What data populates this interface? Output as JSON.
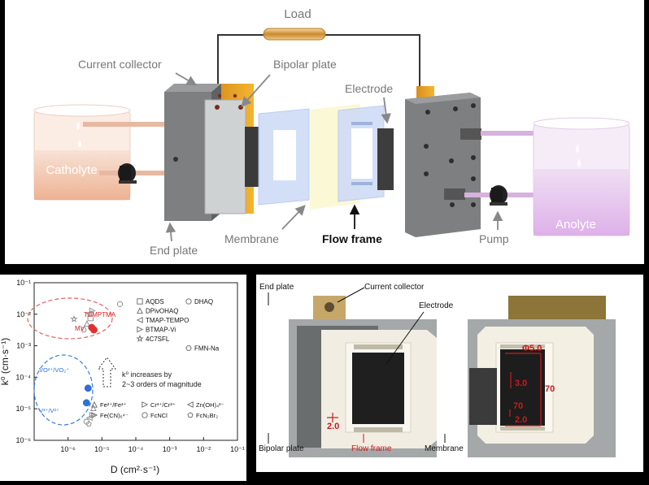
{
  "schematic": {
    "labels": {
      "load": "Load",
      "current_collector": "Current collector",
      "bipolar_plate": "Bipolar plate",
      "electrode": "Electrode",
      "catholyte": "Catholyte",
      "anolyte": "Anolyte",
      "end_plate": "End plate",
      "membrane": "Membrane",
      "flow_frame": "Flow frame",
      "pump": "Pump"
    }
  },
  "chart_data": {
    "type": "scatter",
    "xlabel": "D (cm²·s⁻¹)",
    "ylabel": "k⁰ (cm·s⁻¹)",
    "xscale": "log",
    "yscale": "log",
    "xlim": [
      1e-07,
      0.1
    ],
    "ylim": [
      1e-06,
      0.1
    ],
    "x_ticks": [
      "10⁻⁶",
      "10⁻⁵",
      "10⁻⁴",
      "10⁻³",
      "10⁻²",
      "10⁻¹"
    ],
    "y_ticks": [
      "10⁻⁶",
      "10⁻⁵",
      "10⁻⁴",
      "10⁻³",
      "10⁻²",
      "10⁻¹"
    ],
    "legend_top": [
      {
        "name": "AQDS",
        "marker": "square"
      },
      {
        "name": "DHAQ",
        "marker": "circle"
      },
      {
        "name": "DPivOHAQ",
        "marker": "triangle-up"
      },
      {
        "name": "TMAP-TEMPO",
        "marker": "triangle-left"
      },
      {
        "name": "BTMAP-Vi",
        "marker": "triangle-right"
      },
      {
        "name": "4C7SFL",
        "marker": "star"
      },
      {
        "name": "FMN-Na",
        "marker": "hexagon"
      }
    ],
    "legend_bottom": [
      {
        "name": "Fe²⁺/Fe³⁺",
        "marker": "triangle-up"
      },
      {
        "name": "Cr³⁺/Cr²⁺",
        "marker": "triangle-right"
      },
      {
        "name": "Zn(OH)₄²⁻",
        "marker": "triangle-left"
      },
      {
        "name": "Fe(CN)₆⁴⁻",
        "marker": "triangle-right"
      },
      {
        "name": "FcNCl",
        "marker": "circle"
      },
      {
        "name": "FcN₂Br₂",
        "marker": "pentagon"
      }
    ],
    "annotations": {
      "temptma": "TEMPTMA",
      "mv": "MV",
      "vo": "VO²⁺/VO₂⁺",
      "v": "V³⁺/V²⁺",
      "trend_line1": "k⁰ increases by",
      "trend_line2": "2~3 orders of magnitude"
    },
    "series": [
      {
        "marker": "circle",
        "color": "#888888",
        "points": [
          [
            3.4e-05,
            0.021
          ]
        ]
      },
      {
        "marker": "star",
        "color": "#888888",
        "points": [
          [
            1.5e-06,
            0.007
          ]
        ]
      },
      {
        "marker": "triangle-up",
        "color": "#888888",
        "points": [
          [
            3.6e-06,
            0.005
          ]
        ]
      },
      {
        "marker": "triangle-left",
        "color": "#888888",
        "points": [
          [
            4.2e-06,
            0.0105
          ]
        ]
      },
      {
        "marker": "triangle-right",
        "color": "#888888",
        "points": [
          [
            5.2e-06,
            0.013
          ]
        ]
      },
      {
        "marker": "square",
        "color": "#888888",
        "points": [
          [
            4.6e-06,
            0.0075
          ]
        ]
      },
      {
        "marker": "hexagon",
        "color": "#888888",
        "points": [
          [
            2.9e-06,
            0.0032
          ]
        ]
      },
      {
        "marker": "sphere",
        "color": "#e03030",
        "points": [
          [
            5e-06,
            0.0038
          ],
          [
            5.8e-06,
            0.0032
          ]
        ]
      },
      {
        "marker": "sphere",
        "color": "#2f6fd6",
        "points": [
          [
            3.9e-06,
            4.5e-05
          ],
          [
            3.5e-06,
            1.55e-05
          ]
        ]
      },
      {
        "marker": "triangle-up",
        "color": "#888888",
        "points": [
          [
            5.6e-06,
            1.05e-05
          ]
        ]
      },
      {
        "marker": "triangle-right",
        "color": "#888888",
        "points": [
          [
            5.2e-06,
            6.3e-06
          ]
        ]
      },
      {
        "marker": "triangle-left",
        "color": "#888888",
        "points": [
          [
            4.3e-06,
            5.2e-06
          ]
        ]
      },
      {
        "marker": "circle",
        "color": "#888888",
        "points": [
          [
            3.5e-06,
            3.9e-06
          ]
        ]
      },
      {
        "marker": "pentagon",
        "color": "#888888",
        "points": [
          [
            4.1e-06,
            3.3e-06
          ]
        ]
      }
    ]
  },
  "photo": {
    "labels": {
      "end_plate": "End plate",
      "current_collector": "Current collector",
      "electrode": "Electrode",
      "bipolar_plate": "Bipolar plate",
      "flow_frame": "Flow frame",
      "membrane": "Membrane"
    },
    "dims": {
      "d20_left": "2.0",
      "phi50": "Φ5.0",
      "d30": "3.0",
      "d70_vertical": "70",
      "d70_horizontal": "70",
      "d20_right": "2.0"
    },
    "accent": "#cc1a1a"
  }
}
